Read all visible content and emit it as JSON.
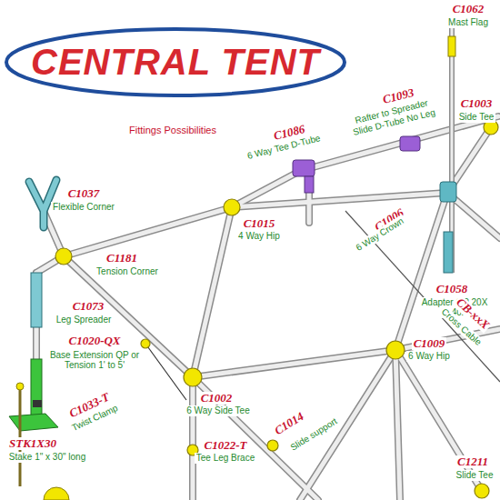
{
  "diagram": {
    "nodes": [
      {
        "text": [
          "CENTRAL TENT"
        ]
      }
    ],
    "labels": [
      "Fittings Possibilities",
      "C1062",
      "Mast Flag",
      "C1003",
      "Side Tee",
      "C1093",
      "Rafter to Spreader Slide D-Tube No Leg",
      "C1086",
      "6 Way Tee D-Tube",
      "C1037",
      "Flexible Corner",
      "C1015",
      "4 Way Hip",
      "C1006",
      "6 Way Crown",
      "C1181",
      "Tension Corner",
      "C1058",
      "Adapter QP 20X to 40X",
      "C1073",
      "Leg Spreader",
      "CB-xxX",
      "Cross Cable",
      "C1020-QX",
      "Base Extension QP or Tension 1' to 5'",
      "C1009",
      "6 Way Hip",
      "C1033-T",
      "Twist Clamp",
      "C1002",
      "6 Way Side Tee",
      "STK1X30",
      "Stake 1\" x 30\" long",
      "C1014",
      "Slide support",
      "C1022-T",
      "Tee Leg Brace",
      "C1211",
      "Slide Tee"
    ]
  }
}
